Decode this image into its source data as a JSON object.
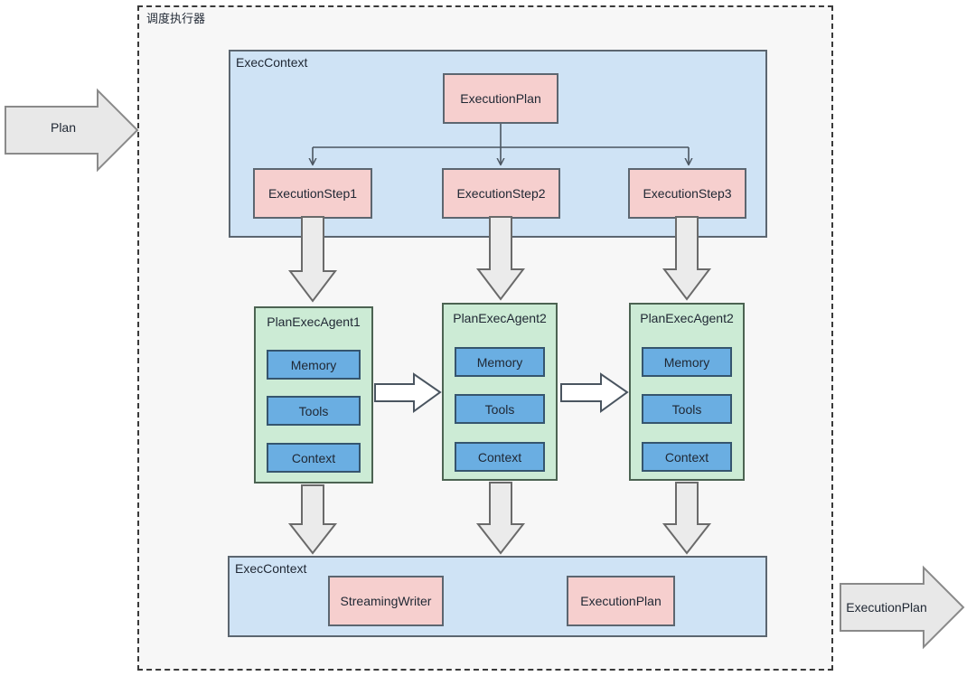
{
  "diagram": {
    "outer_container_title": "调度执行器",
    "input_arrow": {
      "label": "Plan"
    },
    "output_arrow": {
      "label": "ExecutionPlan"
    },
    "top_context": {
      "label": "ExecContext",
      "plan_node": "ExecutionPlan",
      "steps": [
        "ExecutionStep1",
        "ExecutionStep2",
        "ExecutionStep3"
      ]
    },
    "agents": [
      {
        "title": "PlanExecAgent1",
        "parts": [
          "Memory",
          "Tools",
          "Context"
        ]
      },
      {
        "title": "PlanExecAgent2",
        "parts": [
          "Memory",
          "Tools",
          "Context"
        ]
      },
      {
        "title": "PlanExecAgent2",
        "parts": [
          "Memory",
          "Tools",
          "Context"
        ]
      }
    ],
    "bottom_context": {
      "label": "ExecContext",
      "nodes": [
        "StreamingWriter",
        "ExecutionPlan"
      ]
    },
    "colors": {
      "panel_blue": "#cfe3f5",
      "node_pink": "#f6cfce",
      "agent_green": "#ccebd5",
      "part_blue": "#6aaee2",
      "border_gray": "#5c6670",
      "block_arrow_fill": "#ebebeb",
      "canvas": "#f7f7f7"
    }
  }
}
